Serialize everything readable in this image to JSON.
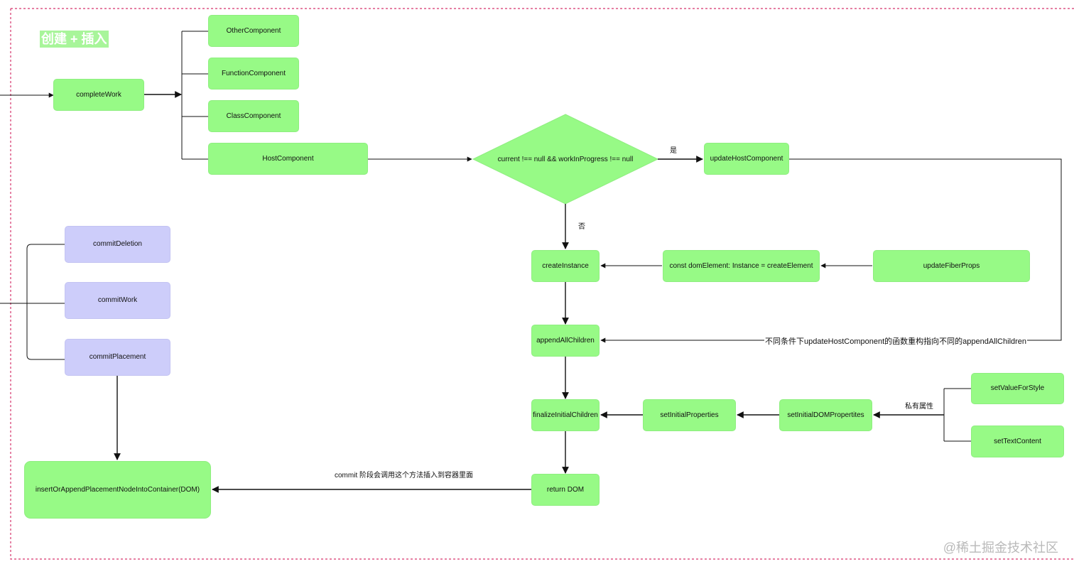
{
  "title": "创建 + 插入",
  "watermark": "@稀土掘金技术社区",
  "nodes": {
    "complete_work": "completeWork",
    "other_component": "OtherComponent",
    "function_component": "FunctionComponent",
    "class_component": "ClassComponent",
    "host_component": "HostComponent",
    "decision": "current !== null && workInProgress !== null",
    "update_host_component": "updateHostComponent",
    "create_instance": "createInstance",
    "const_dom_element": "const domElement: Instance = createElement",
    "update_fiber_props": "updateFiberProps",
    "append_all_children": "appendAllChildren",
    "finalize_initial_children": "finalizeInitialChildren",
    "set_initial_properties": "setInitialProperties",
    "set_initial_dom_properties": "setInitialDOMPropertites",
    "set_value_for_style": "setValueForStyle",
    "set_text_content": "setTextContent",
    "return_dom": "return DOM",
    "commit_deletion": "commitDeletion",
    "commit_work": "commitWork",
    "commit_placement": "commitPlacement",
    "insert_or_append": "insertOrAppendPlacementNodeIntoContainer(DOM)"
  },
  "edge_labels": {
    "yes": "是",
    "no": "否",
    "private_props": "私有属性",
    "refactor_note": "不同条件下updateHostComponent的函数重构指向不同的appendAllChildren",
    "commit_note": "commit 阶段会调用这个方法插入到容器里面"
  },
  "colors": {
    "node_green": "#97fa86",
    "node_purple": "#cdcdfa",
    "frame_dashed": "#d6336c",
    "edge": "#111111",
    "watermark": "#b9b9b9"
  }
}
